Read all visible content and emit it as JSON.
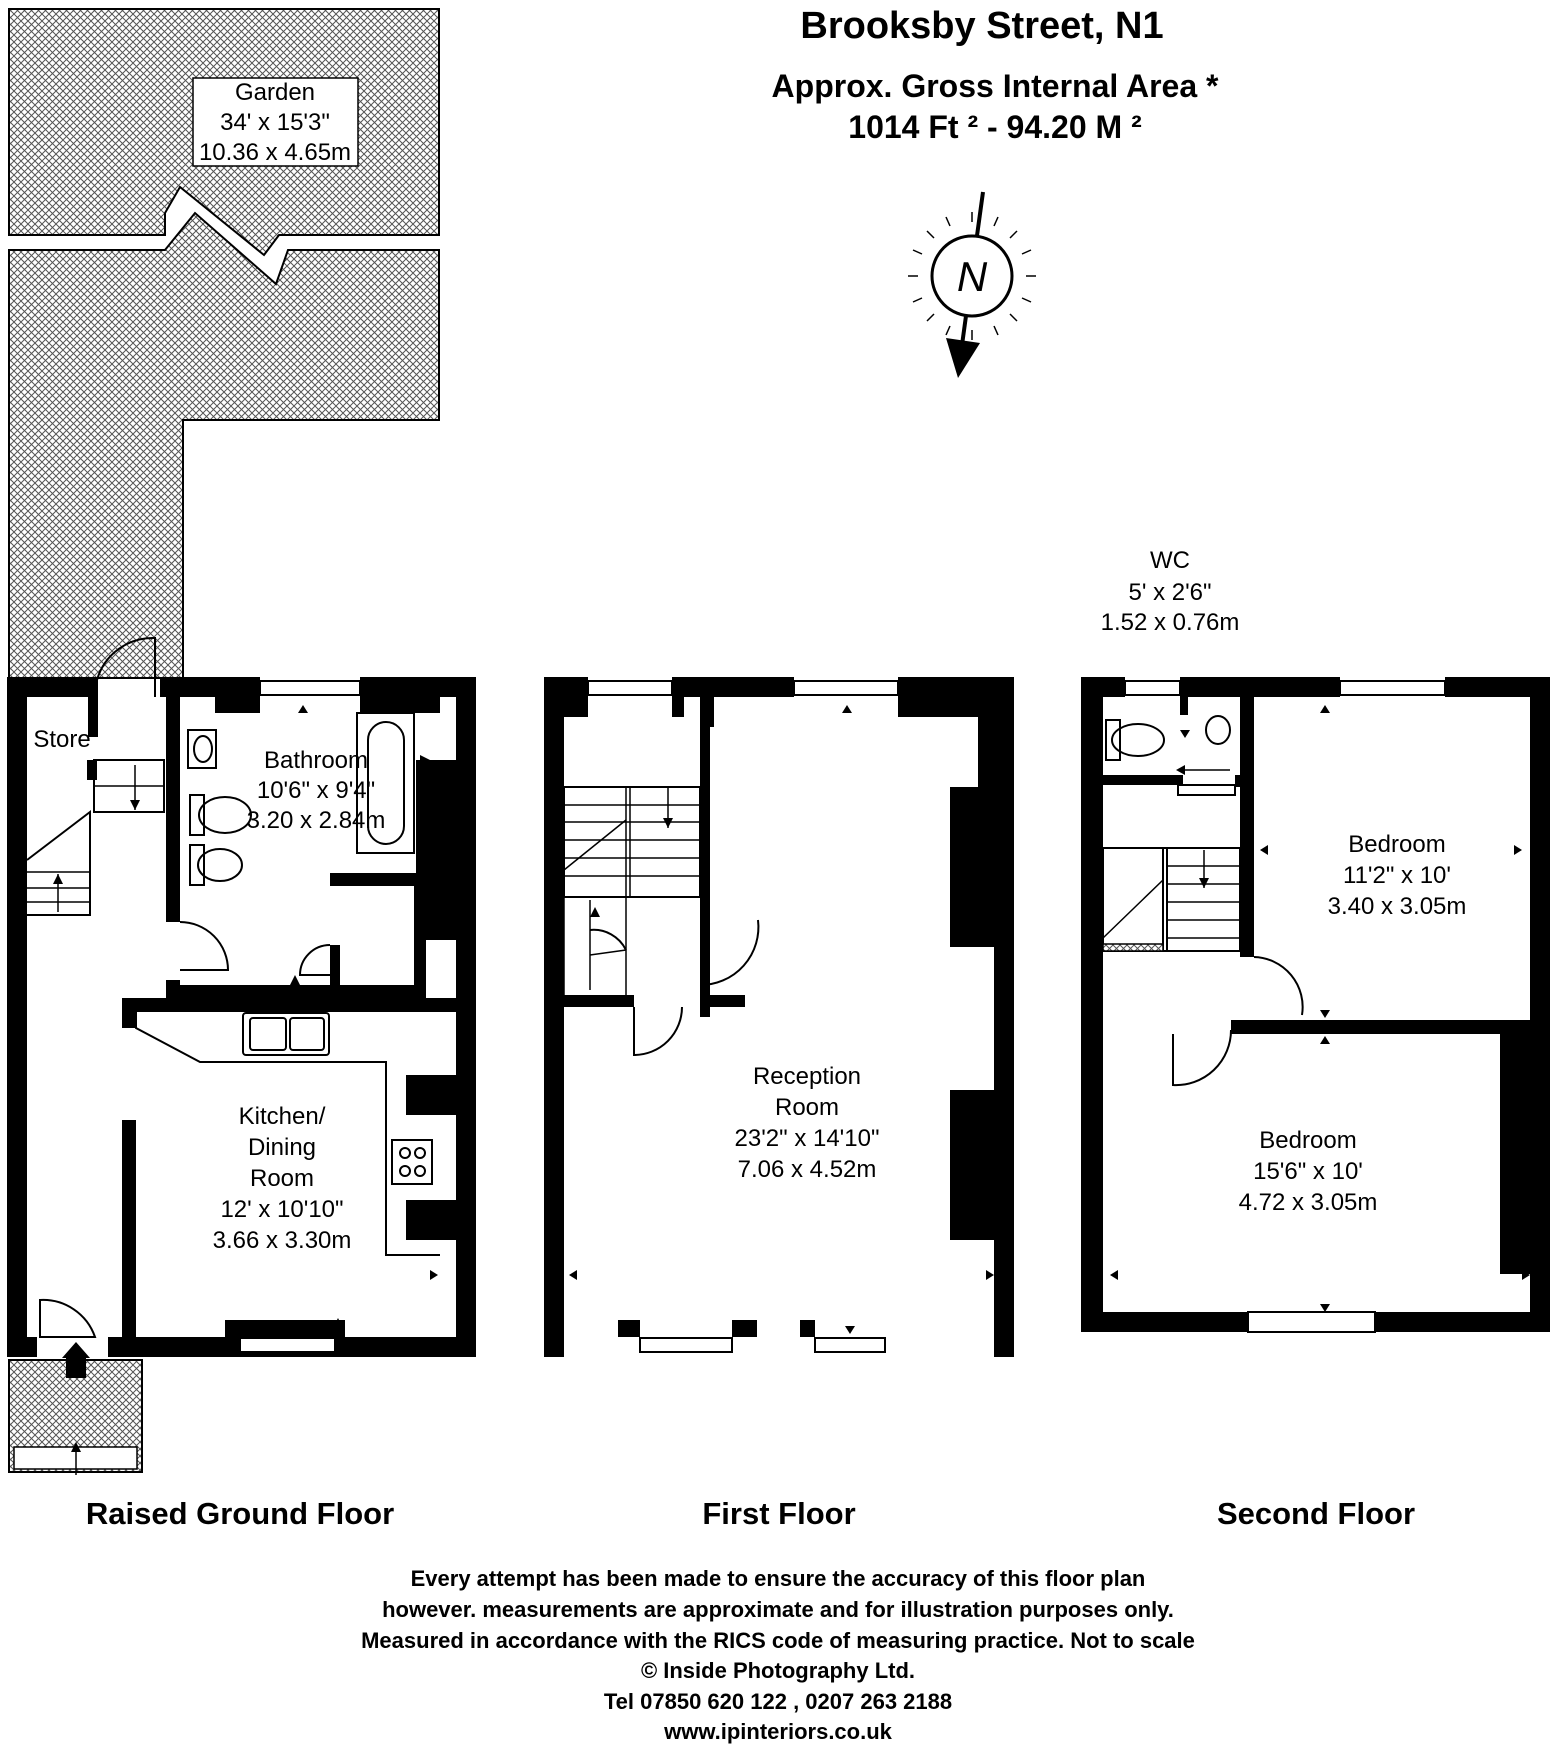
{
  "header": {
    "title": "Brooksby Street, N1",
    "area_label": "Approx. Gross Internal Area *",
    "area_value": "1014 Ft ²  -  94.20 M ²"
  },
  "compass": {
    "letter": "N"
  },
  "rooms": {
    "garden": {
      "name": "Garden",
      "imperial": "34' x 15'3\"",
      "metric": "10.36 x 4.65m"
    },
    "store": {
      "name": "Store"
    },
    "bathroom": {
      "name": "Bathroom",
      "imperial": "10'6\" x 9'4\"",
      "metric": "3.20 x 2.84m"
    },
    "kitchen": {
      "name_line1": "Kitchen/",
      "name_line2": "Dining",
      "name_line3": "Room",
      "imperial": "12' x 10'10\"",
      "metric": "3.66 x 3.30m"
    },
    "reception": {
      "name_line1": "Reception",
      "name_line2": "Room",
      "imperial": "23'2\" x 14'10\"",
      "metric": "7.06 x 4.52m"
    },
    "wc": {
      "name": "WC",
      "imperial": "5' x 2'6\"",
      "metric": "1.52 x 0.76m"
    },
    "bedroom1": {
      "name": "Bedroom",
      "imperial": "11'2\" x 10'",
      "metric": "3.40 x 3.05m"
    },
    "bedroom2": {
      "name": "Bedroom",
      "imperial": "15'6\" x 10'",
      "metric": "4.72 x 3.05m"
    }
  },
  "floors": {
    "ground": "Raised Ground Floor",
    "first": "First Floor",
    "second": "Second Floor"
  },
  "footer": {
    "line1": "Every attempt has been made to ensure the accuracy of this floor plan",
    "line2": "however. measurements are approximate and for illustration purposes only.",
    "line3": "Measured in accordance with the RICS code of measuring practice. Not to scale",
    "line4": "© Inside Photography Ltd.",
    "line5": "Tel 07850 620 122 , 0207 263 2188",
    "line6": "www.ipinteriors.co.uk"
  }
}
